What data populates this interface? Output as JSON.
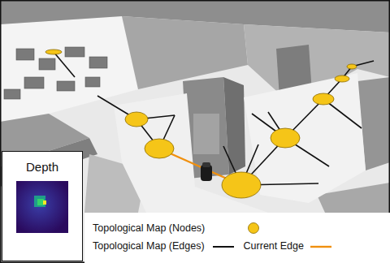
{
  "diagram": {
    "nodes": [
      {
        "text": [
          "Depth"
        ]
      }
    ],
    "legend": [
      {
        "text": "Topological Map (Nodes)",
        "color": "#f5c518"
      },
      {
        "text": "Topological Map (Edges)"
      },
      {
        "text": "Current Edge"
      }
    ]
  }
}
